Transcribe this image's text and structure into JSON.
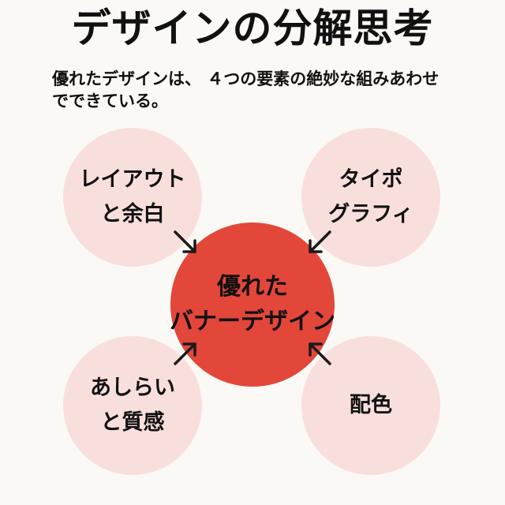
{
  "title": "デザインの分解思考",
  "lead": {
    "line1": "優れたデザインは、 ４つの要素の絶妙な組みあわせ",
    "line2": "でできている。"
  },
  "center": {
    "line1": "優れた",
    "line2": "バナーデザイン"
  },
  "elements": {
    "top_left": {
      "line1": "レイアウト",
      "line2": "と余白"
    },
    "top_right": {
      "line1": "タイポ",
      "line2": "グラフィ"
    },
    "bottom_left": {
      "line1": "あしらい",
      "line2": "と質感"
    },
    "bottom_right": {
      "line1": "配色"
    }
  },
  "colors": {
    "background": "#fbf9f5",
    "center_circle": "#e3473a",
    "element_circle": "#f9dfdc",
    "text": "#111111",
    "arrow": "#1a1a1a"
  },
  "icons": {
    "arrow": "arrow-pointing-to-center-icon"
  }
}
